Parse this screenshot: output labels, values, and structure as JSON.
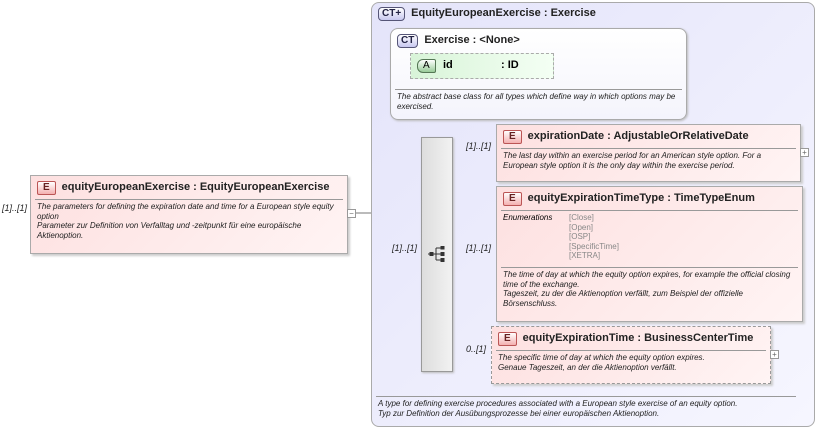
{
  "root": {
    "occurrence": "[1]..[1]",
    "badge": "E",
    "name": "equityEuropeanExercise",
    "type": ": EquityEuropeanExercise",
    "doc": [
      "The parameters for defining the expiration date and time for a European style equity option",
      "Parameter zur Definition von Verfalltag und -zeitpunkt für eine europäische Aktienoption."
    ],
    "collapse": "−"
  },
  "complex_type": {
    "badge": "CT+",
    "name": "EquityEuropeanExercise",
    "type": ": Exercise",
    "doc": [
      "A type for defining exercise procedures associated with a European style exercise of an equity option.",
      "Typ zur Definition der Ausübungsprozesse bei einer europäischen Aktienoption."
    ]
  },
  "base_type": {
    "badge": "CT",
    "name": "Exercise",
    "type": ": <None>",
    "attribute": {
      "badge": "A",
      "name": "id",
      "type": ": ID"
    },
    "doc": "The abstract base class for all types which define way in which options may be exercised."
  },
  "sequence": {
    "occurrence": "[1]..[1]",
    "icon": "sequence-icon"
  },
  "children": [
    {
      "occurrence": "[1]..[1]",
      "badge": "E",
      "name": "expirationDate",
      "type": ": AdjustableOrRelativeDate",
      "doc": [
        "The last day within an exercise period for an American style option. For a European style option it is the only day within the exercise period."
      ],
      "expand": "+"
    },
    {
      "occurrence": "[1]..[1]",
      "badge": "E",
      "name": "equityExpirationTimeType",
      "type": ": TimeTypeEnum",
      "enum_label": "Enumerations",
      "enums": [
        "[Close]",
        "[Open]",
        "[OSP]",
        "[SpecificTime]",
        "[XETRA]"
      ],
      "doc": [
        "The time of day at which the equity option expires, for example the official closing time of the exchange.",
        "Tageszeit, zu der die Aktienoption verfällt, zum Beispiel der offizielle Börsenschluss."
      ]
    },
    {
      "occurrence": "0..[1]",
      "badge": "E",
      "name": "equityExpirationTime",
      "type": ": BusinessCenterTime",
      "doc": [
        "The specific time of day at which the equity option expires.",
        "Genaue Tageszeit, an der die Aktienoption verfällt."
      ],
      "expand": "+"
    }
  ]
}
